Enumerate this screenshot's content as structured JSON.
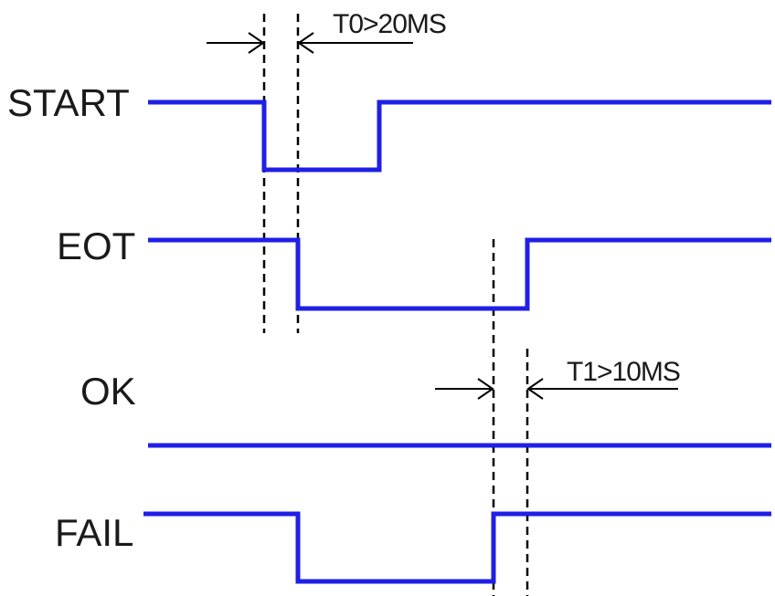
{
  "colors": {
    "signal": "#1f1fe6",
    "guide": "#000000",
    "text": "#1a1a1a"
  },
  "signals": [
    {
      "name": "START"
    },
    {
      "name": "EOT"
    },
    {
      "name": "OK"
    },
    {
      "name": "FAIL"
    }
  ],
  "annotations": [
    {
      "text": "T0>20MS"
    },
    {
      "text": "T1>10MS"
    }
  ]
}
